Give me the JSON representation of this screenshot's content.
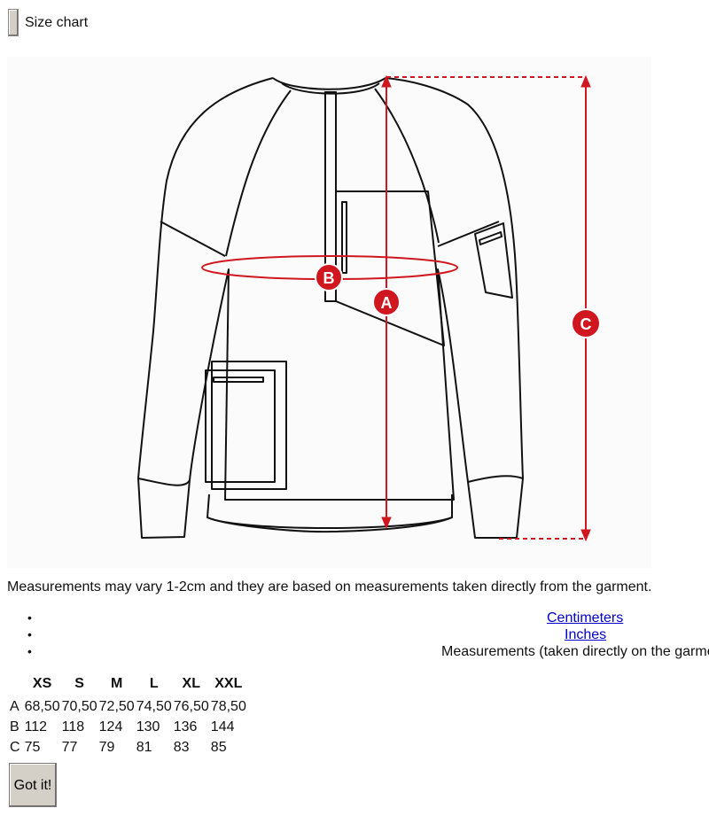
{
  "header": {
    "title": "Size chart"
  },
  "diagram": {
    "markers": {
      "a": "A",
      "b": "B",
      "c": "C"
    },
    "colors": {
      "marker_red": "#d0161f",
      "outline": "#111111"
    }
  },
  "note": "Measurements may vary 1-2cm and they are based on measurements taken directly from the garment.",
  "units": {
    "centimeters": "Centimeters",
    "inches": "Inches",
    "measurements": "Measurements (taken directly on the garme"
  },
  "table": {
    "headers": [
      "XS",
      "S",
      "M",
      "L",
      "XL",
      "XXL"
    ],
    "rows": [
      {
        "label": "A",
        "values": [
          "68,50",
          "70,50",
          "72,50",
          "74,50",
          "76,50",
          "78,50"
        ]
      },
      {
        "label": "B",
        "values": [
          "112",
          "118",
          "124",
          "130",
          "136",
          "144"
        ]
      },
      {
        "label": "C",
        "values": [
          "75",
          "77",
          "79",
          "81",
          "83",
          "85"
        ]
      }
    ]
  },
  "got_it": "Got it!"
}
